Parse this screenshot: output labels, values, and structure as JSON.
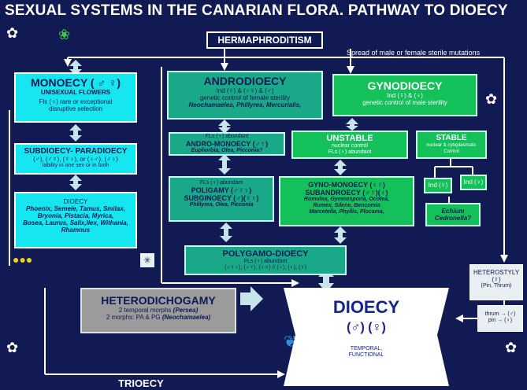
{
  "title": "SEXUAL SYSTEMS IN THE CANARIAN FLORA. PATHWAY TO DIOECY",
  "hermaphroditism": "HERMAPHRODITISM",
  "spread_note": "Spread of male or female sterile mutations",
  "monoecy": {
    "title": "MONOECY ( ♂ ♀)",
    "sub": "UNISEXUAL FLOWERS",
    "l1": "Fls (♀) rare or exceptional",
    "l2": "disruptive selection"
  },
  "subdioecy": {
    "title": "SUBDIOECY- PARADIOECY",
    "l1": "(♂), (♂☿), (☿♀), or (♀♂), (♂♀)",
    "l2": "lability in one sex or in both"
  },
  "dioecy_list": {
    "title": "DIOECY",
    "l1": "Phoenix, Semele, Tamus, Smilax,",
    "l2": "Bryonia, Pistacia, Myrica,",
    "l3": "Bosea, Laurus, Salix,Ilex, Withania,",
    "l4": "Rhamnus"
  },
  "androdioecy": {
    "title": "ANDRODIOECY",
    "l1": "Ind (☿) & (♂☿) & (♂)",
    "l2": "genetic control of female sterility",
    "l3": "Neochamaelea, Phillyrea, Mercurialis,"
  },
  "gynodioecy": {
    "title": "GYNODIOECY",
    "l1": "Ind (☿) & (♀)",
    "l2": "genetic control of  male sterility"
  },
  "andromonoecy": {
    "l0": "FLs (♀) abundant",
    "title": "ANDRO-MONOECY (♂☿)",
    "l1": "Euphorbia, Olea, Picconia?"
  },
  "unstable": {
    "title": "UNSTABLE",
    "l1": "nuclear control",
    "l2": "FLs (♀) abundant"
  },
  "stable": {
    "title": "STABLE",
    "l1": "nuclear & cytoplasmatic",
    "l2": "Control"
  },
  "ind_male": "Ind (☿)",
  "ind_female": "Ind (♀)",
  "echium": {
    "l1": "Echium",
    "l2": "Cedronella?"
  },
  "poligamy": {
    "l0": "FLs (♀) abundant",
    "title": "POLIGAMY (♂☿♀)",
    "title2": "SUBGINOECY (♂)(☿♀)",
    "l1": "Phillyrea, Olea, Picconia"
  },
  "gynomonoecy": {
    "title": "GYNO-MONOECY (♀☿)",
    "title2": "SUBANDROECY (♂☿)(♀)",
    "l1": "Romulea, Gymnosporia, Ocotea,",
    "l2": "Rumex, Silene, Bencomia",
    "l3": "Marcetella, Phyllis, Plocama,"
  },
  "polygamodioecy": {
    "title": "POLYGAMO-DIOECY",
    "l1": "FLs (♀) abundant",
    "l2": "(♂☿♀), (♂☿), (♀☿) // (♂), (♀), (☿)"
  },
  "heterodichogamy": {
    "title": "HETERODICHOGAMY",
    "l1": "2 temporal morphs",
    "l1b": "(Persea)",
    "l2": "2 morphs: PA & PG",
    "l2b": "(Neochamaelea)"
  },
  "heterostyly": {
    "title": "HETEROSTYLY",
    "l1": "(☿)",
    "l2": "(Pin, Thrum)",
    "l3": "thrum → (♂)",
    "l4": "pin → (♀)"
  },
  "dioecy_main": {
    "title": "DIOECY",
    "l1": "(♂) (♀)",
    "l2": "TEMPORAL,",
    "l3": "FUNCTIONAL"
  },
  "trioecy": "TRIOECY",
  "colors": {
    "background": "#111a52",
    "cyan": "#16e6f0",
    "teal": "#1aa988",
    "green": "#13c05a",
    "arrow": "#c7e4ea",
    "grey_box": "#9b9b9b"
  }
}
